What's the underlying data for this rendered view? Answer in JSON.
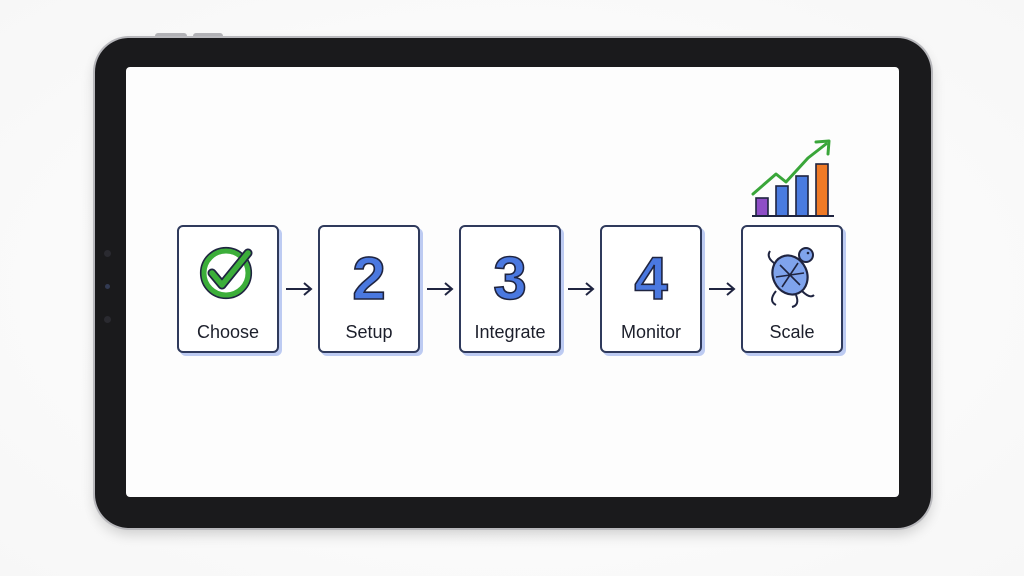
{
  "steps": [
    {
      "number": "",
      "label": "Choose",
      "icon": "checkmark-circle-icon"
    },
    {
      "number": "2",
      "label": "Setup",
      "icon": "number-icon"
    },
    {
      "number": "3",
      "label": "Integrate",
      "icon": "number-icon"
    },
    {
      "number": "4",
      "label": "Monitor",
      "icon": "number-icon"
    },
    {
      "number": "",
      "label": "Scale",
      "icon": "turtle-icon"
    }
  ],
  "colors": {
    "accent_blue": "#4a78e0",
    "check_green": "#3cae3a",
    "outline": "#2f3a5c",
    "bar_purple": "#8e4ec6",
    "bar_blue": "#4a7be0",
    "bar_orange": "#f07a26",
    "trend_green": "#3aa63a"
  },
  "decor": {
    "chart": "growth-chart-icon",
    "arrow": "arrow-right-icon",
    "device": "tablet-frame"
  }
}
